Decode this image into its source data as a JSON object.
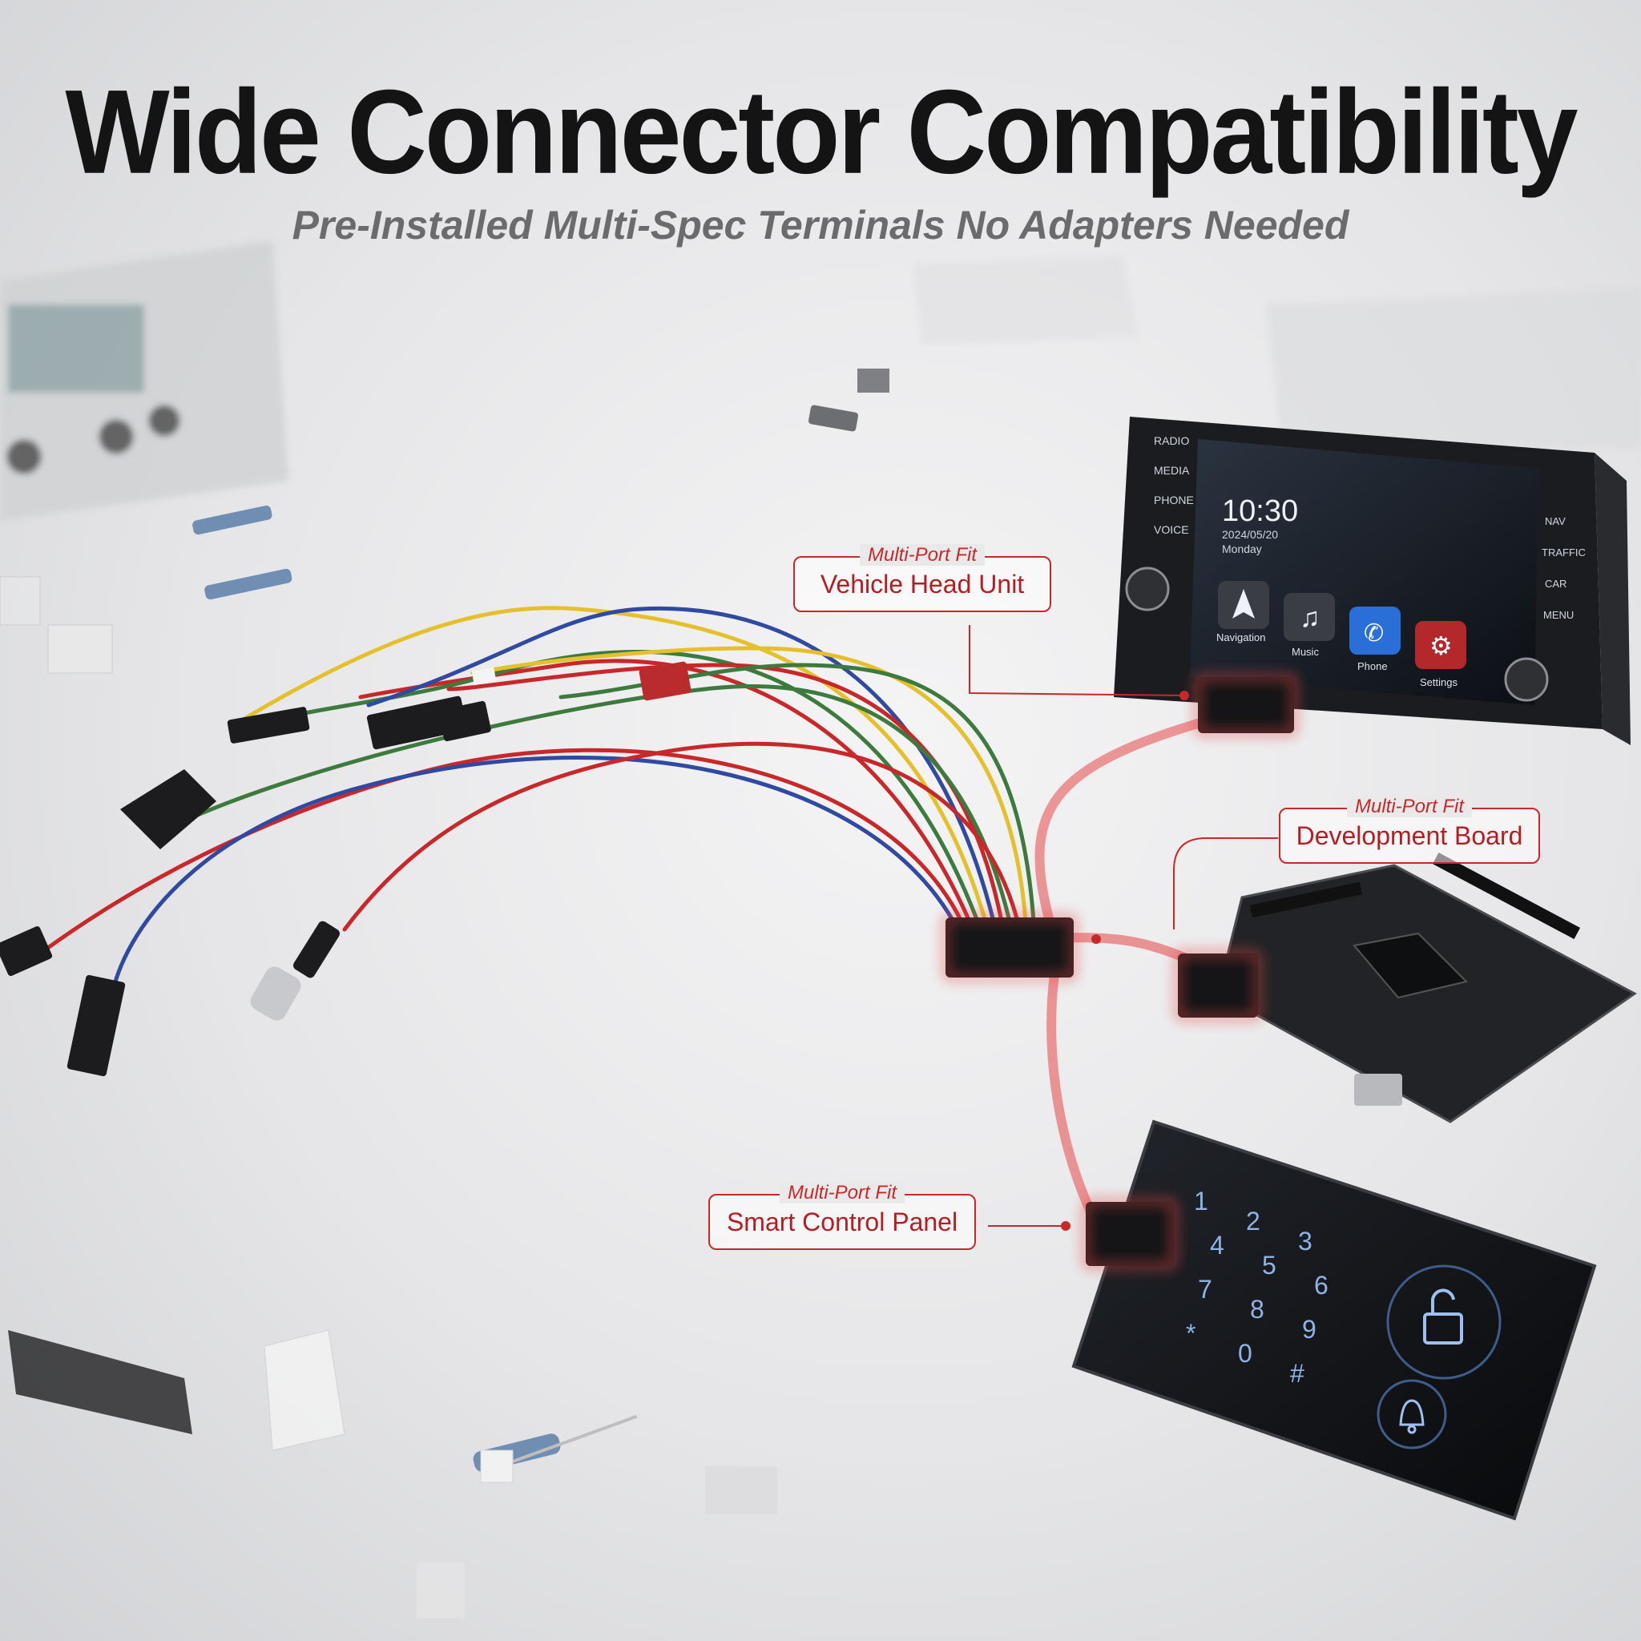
{
  "header": {
    "title": "Wide Connector Compatibility",
    "subtitle": "Pre-Installed Multi-Spec Terminals No Adapters Needed"
  },
  "callouts": {
    "head_unit": {
      "tag": "Multi-Port Fit",
      "label": "Vehicle Head Unit"
    },
    "dev_board": {
      "tag": "Multi-Port Fit",
      "label": "Development Board"
    },
    "control_panel": {
      "tag": "Multi-Port Fit",
      "label": "Smart Control Panel"
    }
  },
  "head_unit_device": {
    "left_buttons": [
      "RADIO",
      "MEDIA",
      "PHONE",
      "VOICE"
    ],
    "right_buttons": [
      "NAV",
      "TRAFFIC",
      "CAR",
      "MENU"
    ],
    "time": "10:30",
    "date": "2024/05/20",
    "day": "Monday",
    "apps": [
      "Navigation",
      "Music",
      "Phone",
      "Settings"
    ]
  },
  "keypad": {
    "keys": [
      "1",
      "2",
      "3",
      "4",
      "5",
      "6",
      "7",
      "8",
      "9",
      "*",
      "0",
      "#"
    ]
  },
  "colors": {
    "accent_red": "#c8282a",
    "title": "#141414",
    "subtitle": "#6b6b6d"
  },
  "icons": [
    "navigation-icon",
    "music-icon",
    "phone-icon",
    "settings-icon",
    "unlock-icon",
    "bell-icon"
  ]
}
